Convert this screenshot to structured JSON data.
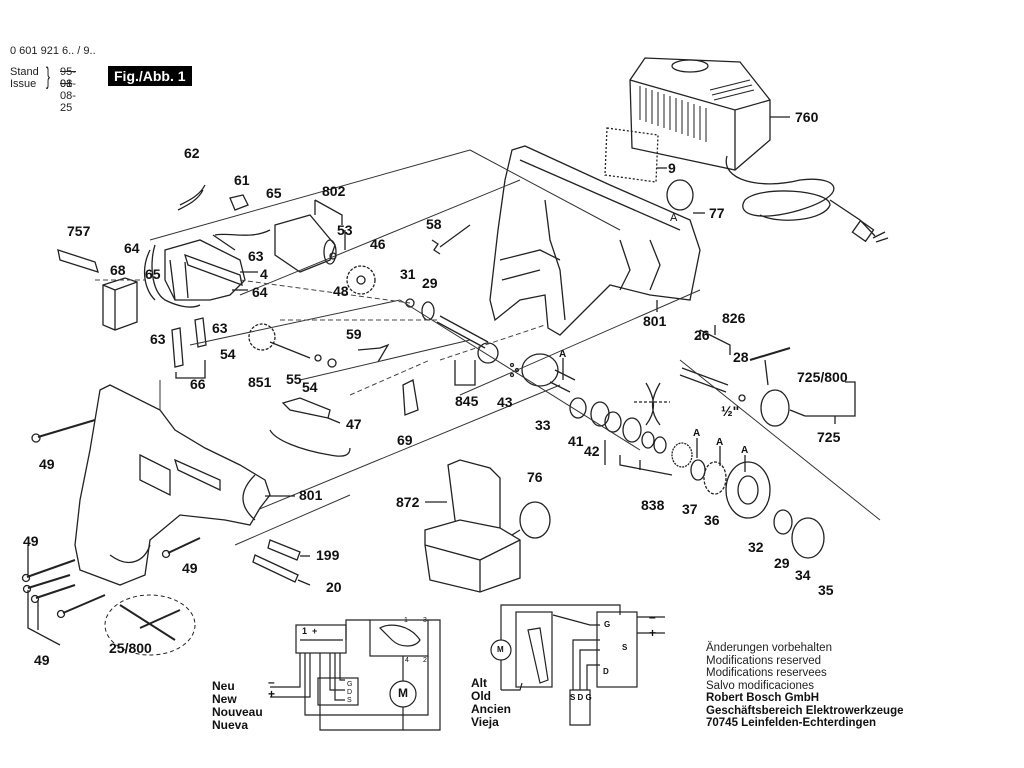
{
  "header": {
    "doc_number": "0 601 921 6.. / 9..",
    "stand_label": "Stand",
    "issue_label": "Issue",
    "stand_date_struck": "95-01",
    "issue_date": "98-08-25",
    "figure_label": "Fig./Abb. 1"
  },
  "part_labels": [
    {
      "id": "62",
      "text": "62"
    },
    {
      "id": "61",
      "text": "61"
    },
    {
      "id": "65a",
      "text": "65"
    },
    {
      "id": "802",
      "text": "802"
    },
    {
      "id": "53",
      "text": "53"
    },
    {
      "id": "757",
      "text": "757"
    },
    {
      "id": "64a",
      "text": "64"
    },
    {
      "id": "68",
      "text": "68"
    },
    {
      "id": "65b",
      "text": "65"
    },
    {
      "id": "63a",
      "text": "63"
    },
    {
      "id": "4",
      "text": "4"
    },
    {
      "id": "64b",
      "text": "64"
    },
    {
      "id": "46",
      "text": "46"
    },
    {
      "id": "48",
      "text": "48"
    },
    {
      "id": "58",
      "text": "58"
    },
    {
      "id": "31",
      "text": "31"
    },
    {
      "id": "29a",
      "text": "29"
    },
    {
      "id": "63b",
      "text": "63"
    },
    {
      "id": "63c",
      "text": "63"
    },
    {
      "id": "54a",
      "text": "54"
    },
    {
      "id": "66",
      "text": "66"
    },
    {
      "id": "851",
      "text": "851"
    },
    {
      "id": "55",
      "text": "55"
    },
    {
      "id": "54b",
      "text": "54"
    },
    {
      "id": "59",
      "text": "59"
    },
    {
      "id": "845",
      "text": "845"
    },
    {
      "id": "43",
      "text": "43"
    },
    {
      "id": "33",
      "text": "33"
    },
    {
      "id": "47",
      "text": "47"
    },
    {
      "id": "69",
      "text": "69"
    },
    {
      "id": "760",
      "text": "760"
    },
    {
      "id": "9",
      "text": "9"
    },
    {
      "id": "77",
      "text": "77"
    },
    {
      "id": "801a",
      "text": "801"
    },
    {
      "id": "826",
      "text": "826"
    },
    {
      "id": "26",
      "text": "26"
    },
    {
      "id": "28",
      "text": "28"
    },
    {
      "id": "725_800",
      "text": "725/800"
    },
    {
      "id": "half_inch",
      "text": "½\""
    },
    {
      "id": "725",
      "text": "725"
    },
    {
      "id": "41",
      "text": "41"
    },
    {
      "id": "42",
      "text": "42"
    },
    {
      "id": "838",
      "text": "838"
    },
    {
      "id": "37",
      "text": "37"
    },
    {
      "id": "36",
      "text": "36"
    },
    {
      "id": "32",
      "text": "32"
    },
    {
      "id": "29b",
      "text": "29"
    },
    {
      "id": "34",
      "text": "34"
    },
    {
      "id": "35",
      "text": "35"
    },
    {
      "id": "49a",
      "text": "49"
    },
    {
      "id": "801b",
      "text": "801"
    },
    {
      "id": "872",
      "text": "872"
    },
    {
      "id": "76",
      "text": "76"
    },
    {
      "id": "49b",
      "text": "49"
    },
    {
      "id": "49c",
      "text": "49"
    },
    {
      "id": "199",
      "text": "199"
    },
    {
      "id": "20",
      "text": "20"
    },
    {
      "id": "25_800",
      "text": "25/800"
    },
    {
      "id": "49d",
      "text": "49"
    },
    {
      "id": "A1",
      "text": "A"
    },
    {
      "id": "A2",
      "text": "A"
    },
    {
      "id": "A3",
      "text": "A"
    },
    {
      "id": "A4",
      "text": "A"
    },
    {
      "id": "A5",
      "text": "A"
    }
  ],
  "wiring_new": {
    "labels": [
      "Neu",
      "New",
      "Nouveau",
      "Nueva"
    ],
    "minus": "–",
    "plus": "+",
    "motor": "M",
    "terminal_marks": [
      "1",
      "+"
    ],
    "switch_pins": [
      "1",
      "3",
      "4",
      "2"
    ],
    "module_pins": [
      "G",
      "D",
      "S"
    ]
  },
  "wiring_old": {
    "labels": [
      "Alt",
      "Old",
      "Ancien",
      "Vieja"
    ],
    "minus": "–",
    "plus": "+",
    "motor": "M",
    "terminal_pins": [
      "G",
      "S",
      "D"
    ],
    "module_pins": "S D G"
  },
  "notes": {
    "lines": [
      "Änderungen vorbehalten",
      "Modifications reserved",
      "Modifications reservees",
      "Salvo modificaciones"
    ],
    "company": "Robert Bosch GmbH",
    "division": "Geschäftsbereich Elektrowerkzeuge",
    "address": "70745 Leinfelden-Echterdingen"
  }
}
